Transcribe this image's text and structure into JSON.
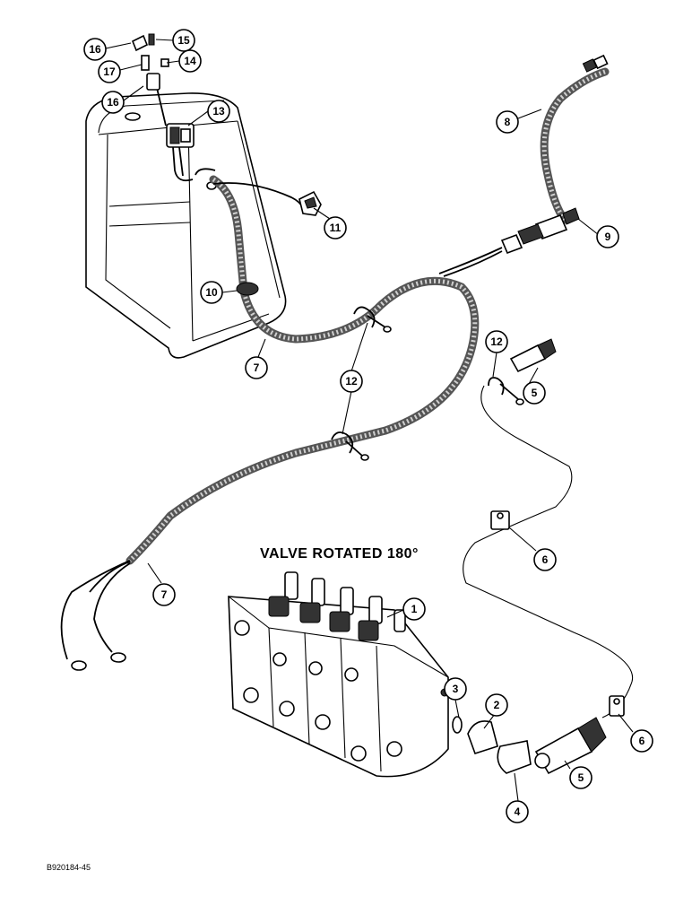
{
  "diagram": {
    "caption": "VALVE ROTATED 180°",
    "figure_code": "B920184-45",
    "callouts": [
      {
        "id": "c16a",
        "label": "16"
      },
      {
        "id": "c15",
        "label": "15"
      },
      {
        "id": "c17",
        "label": "17"
      },
      {
        "id": "c14",
        "label": "14"
      },
      {
        "id": "c16b",
        "label": "16"
      },
      {
        "id": "c13",
        "label": "13"
      },
      {
        "id": "c8",
        "label": "8"
      },
      {
        "id": "c9",
        "label": "9"
      },
      {
        "id": "c11",
        "label": "11"
      },
      {
        "id": "c10",
        "label": "10"
      },
      {
        "id": "c7a",
        "label": "7"
      },
      {
        "id": "c12a",
        "label": "12"
      },
      {
        "id": "c12b",
        "label": "12"
      },
      {
        "id": "c5a",
        "label": "5"
      },
      {
        "id": "c6a",
        "label": "6"
      },
      {
        "id": "c7b",
        "label": "7"
      },
      {
        "id": "c1",
        "label": "1"
      },
      {
        "id": "c3",
        "label": "3"
      },
      {
        "id": "c2",
        "label": "2"
      },
      {
        "id": "c4",
        "label": "4"
      },
      {
        "id": "c5b",
        "label": "5"
      },
      {
        "id": "c6b",
        "label": "6"
      }
    ]
  }
}
